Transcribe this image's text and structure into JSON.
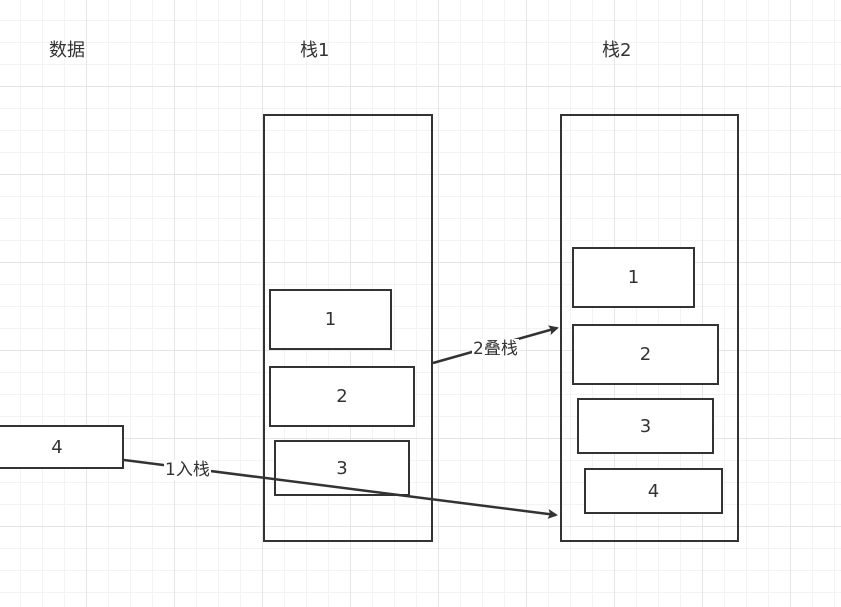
{
  "headers": {
    "data": "数据",
    "stack1": "栈1",
    "stack2": "栈2"
  },
  "data_item": "4",
  "stack1": {
    "items": [
      "1",
      "2",
      "3"
    ]
  },
  "stack2": {
    "items": [
      "1",
      "2",
      "3",
      "4"
    ]
  },
  "edges": {
    "push": "1入栈",
    "transfer": "2叠栈"
  },
  "colors": {
    "stroke": "#333333",
    "grid": "#e6e6e6"
  }
}
